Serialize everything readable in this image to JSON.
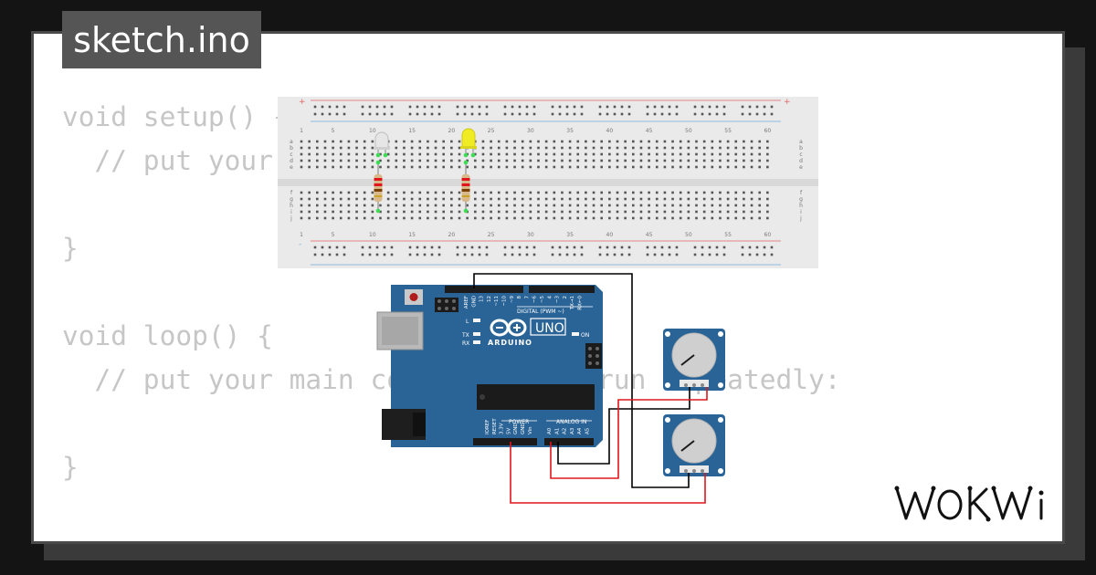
{
  "file_tab": {
    "title": "sketch.ino"
  },
  "code": {
    "lines": [
      "void setup() {",
      "  // put your setup code here, to run once:",
      "",
      "}",
      "",
      "void loop() {",
      "  // put your main code here, to run repeatedly:",
      "",
      "}"
    ]
  },
  "breadboard": {
    "column_numbers": [
      "1",
      "5",
      "10",
      "15",
      "20",
      "25",
      "30",
      "35",
      "40",
      "45",
      "50",
      "55",
      "60"
    ],
    "row_letters_top": [
      "a",
      "b",
      "c",
      "d",
      "e"
    ],
    "row_letters_bottom": [
      "f",
      "g",
      "h",
      "i",
      "j"
    ],
    "rail_plus": "+",
    "rail_minus": "-"
  },
  "arduino": {
    "logo": "ARDUINO",
    "model": "UNO",
    "digital_label": "DIGITAL (PWM ~)",
    "power_label": "POWER",
    "analog_label": "ANALOG IN",
    "led_l": "L",
    "led_tx": "TX",
    "led_rx": "RX",
    "led_on": "ON",
    "top_pins": [
      "AREF",
      "GND",
      "13",
      "12",
      "~11",
      "~10",
      "~9",
      "8",
      "7",
      "~6",
      "~5",
      "4",
      "~3",
      "2",
      "TX→1",
      "RX←0"
    ],
    "power_pins": [
      "IOREF",
      "RESET",
      "3.3V",
      "5V",
      "GND",
      "GND",
      "Vin"
    ],
    "analog_pins": [
      "A0",
      "A1",
      "A2",
      "A3",
      "A4",
      "A5"
    ]
  },
  "components": {
    "led_1_color": "#e6e6e6",
    "led_2_color": "#f0ec24",
    "wire_red": "#e0161b",
    "wire_black": "#000000",
    "board_blue": "#2a6496"
  },
  "brand": {
    "icon": "wokwi-logo"
  }
}
